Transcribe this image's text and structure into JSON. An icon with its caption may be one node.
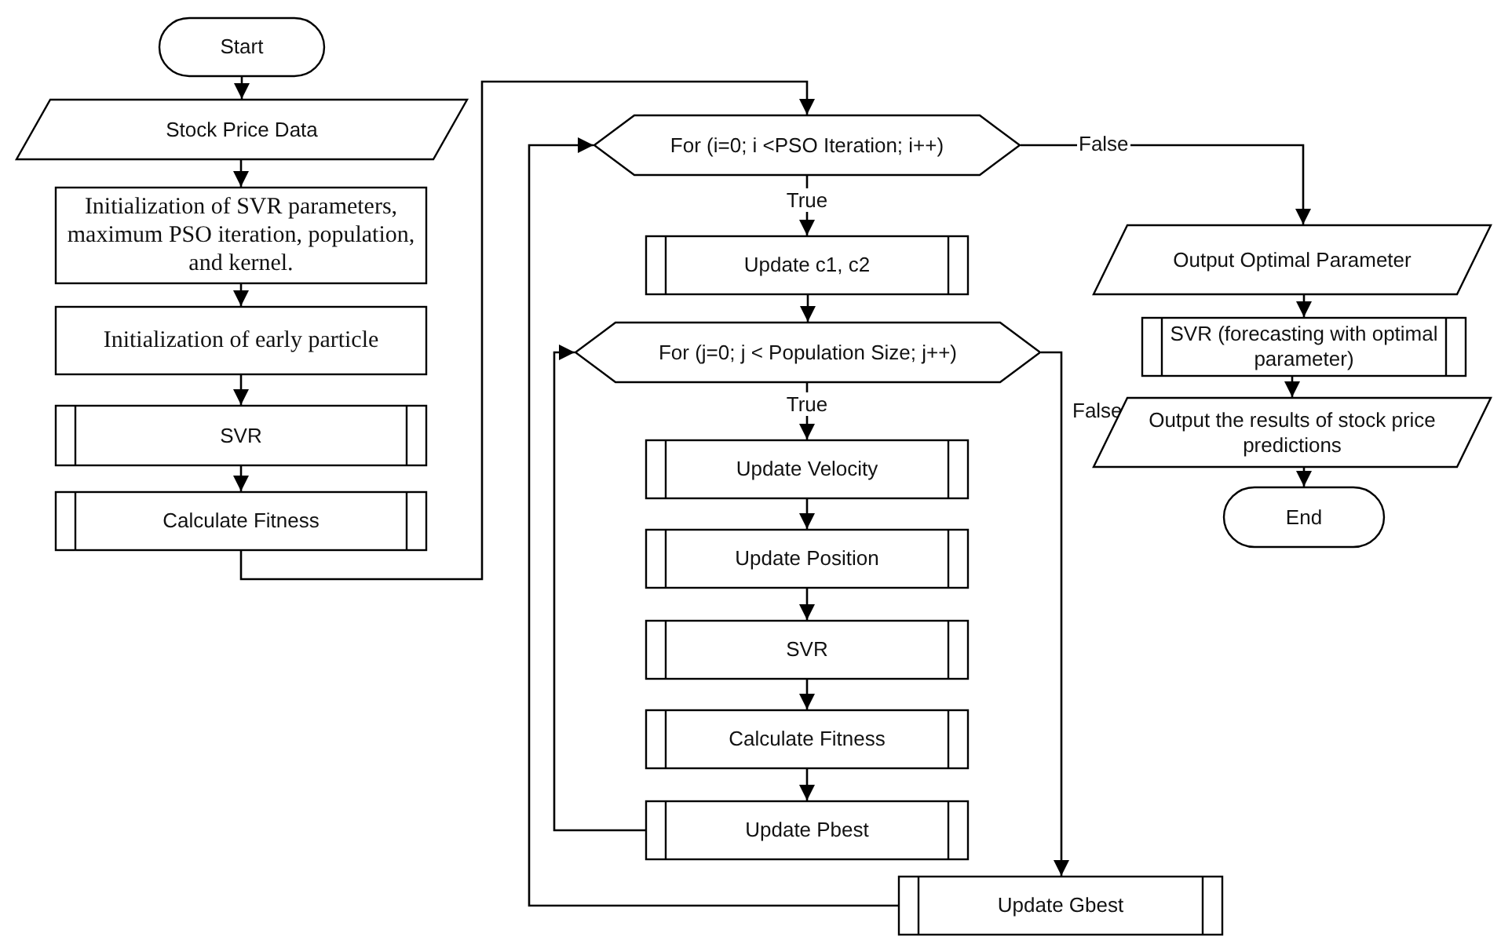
{
  "diagram": {
    "nodes": [
      {
        "text": [
          "Start"
        ]
      },
      {
        "text": [
          "Stock Price Data"
        ]
      },
      {
        "text": [
          "Initialization of SVR parameters, maximum PSO iteration, population, and kernel."
        ]
      },
      {
        "text": [
          "Initialization of early particle"
        ]
      },
      {
        "text": [
          "SVR"
        ]
      },
      {
        "text": [
          "Calculate Fitness"
        ]
      },
      {
        "text": [
          "For (i=0; i <PSO Iteration; i++)"
        ]
      },
      {
        "text": [
          "Update c1, c2"
        ]
      },
      {
        "text": [
          "For (j=0; j < Population Size; j++)"
        ]
      },
      {
        "text": [
          "Update Velocity"
        ]
      },
      {
        "text": [
          "Update Position"
        ]
      },
      {
        "text": [
          "SVR"
        ]
      },
      {
        "text": [
          "Calculate Fitness"
        ]
      },
      {
        "text": [
          "Update Pbest"
        ]
      },
      {
        "text": [
          "Update Gbest"
        ]
      },
      {
        "text": [
          "Output Optimal Parameter"
        ]
      },
      {
        "text": [
          "SVR (forecasting with optimal parameter)"
        ]
      },
      {
        "text": [
          "Output the results of stock price predictions"
        ]
      },
      {
        "text": [
          "End"
        ]
      }
    ],
    "edges": [
      {
        "from": 0,
        "to": 1,
        "arrow": "to"
      },
      {
        "from": 1,
        "to": 2,
        "arrow": "to"
      },
      {
        "from": 2,
        "to": 3,
        "arrow": "to"
      },
      {
        "from": 3,
        "to": 4,
        "arrow": "to"
      },
      {
        "from": 4,
        "to": 5,
        "arrow": "to"
      },
      {
        "from": 5,
        "to": 6,
        "arrow": "to"
      },
      {
        "from": 6,
        "to": 7,
        "arrow": "to",
        "label": "True"
      },
      {
        "from": 7,
        "to": 8,
        "arrow": "to"
      },
      {
        "from": 8,
        "to": 9,
        "arrow": "to",
        "label": "True"
      },
      {
        "from": 9,
        "to": 10,
        "arrow": "to"
      },
      {
        "from": 10,
        "to": 11,
        "arrow": "to"
      },
      {
        "from": 11,
        "to": 12,
        "arrow": "to"
      },
      {
        "from": 12,
        "to": 13,
        "arrow": "to"
      },
      {
        "from": 13,
        "to": 8,
        "arrow": "to"
      },
      {
        "from": 8,
        "to": 14,
        "arrow": "to",
        "label": "False"
      },
      {
        "from": 14,
        "to": 6,
        "arrow": "to"
      },
      {
        "from": 6,
        "to": 15,
        "arrow": "to",
        "label": "False"
      },
      {
        "from": 15,
        "to": 16,
        "arrow": "to"
      },
      {
        "from": 16,
        "to": 17,
        "arrow": "to"
      },
      {
        "from": 17,
        "to": 18,
        "arrow": "to"
      }
    ]
  }
}
